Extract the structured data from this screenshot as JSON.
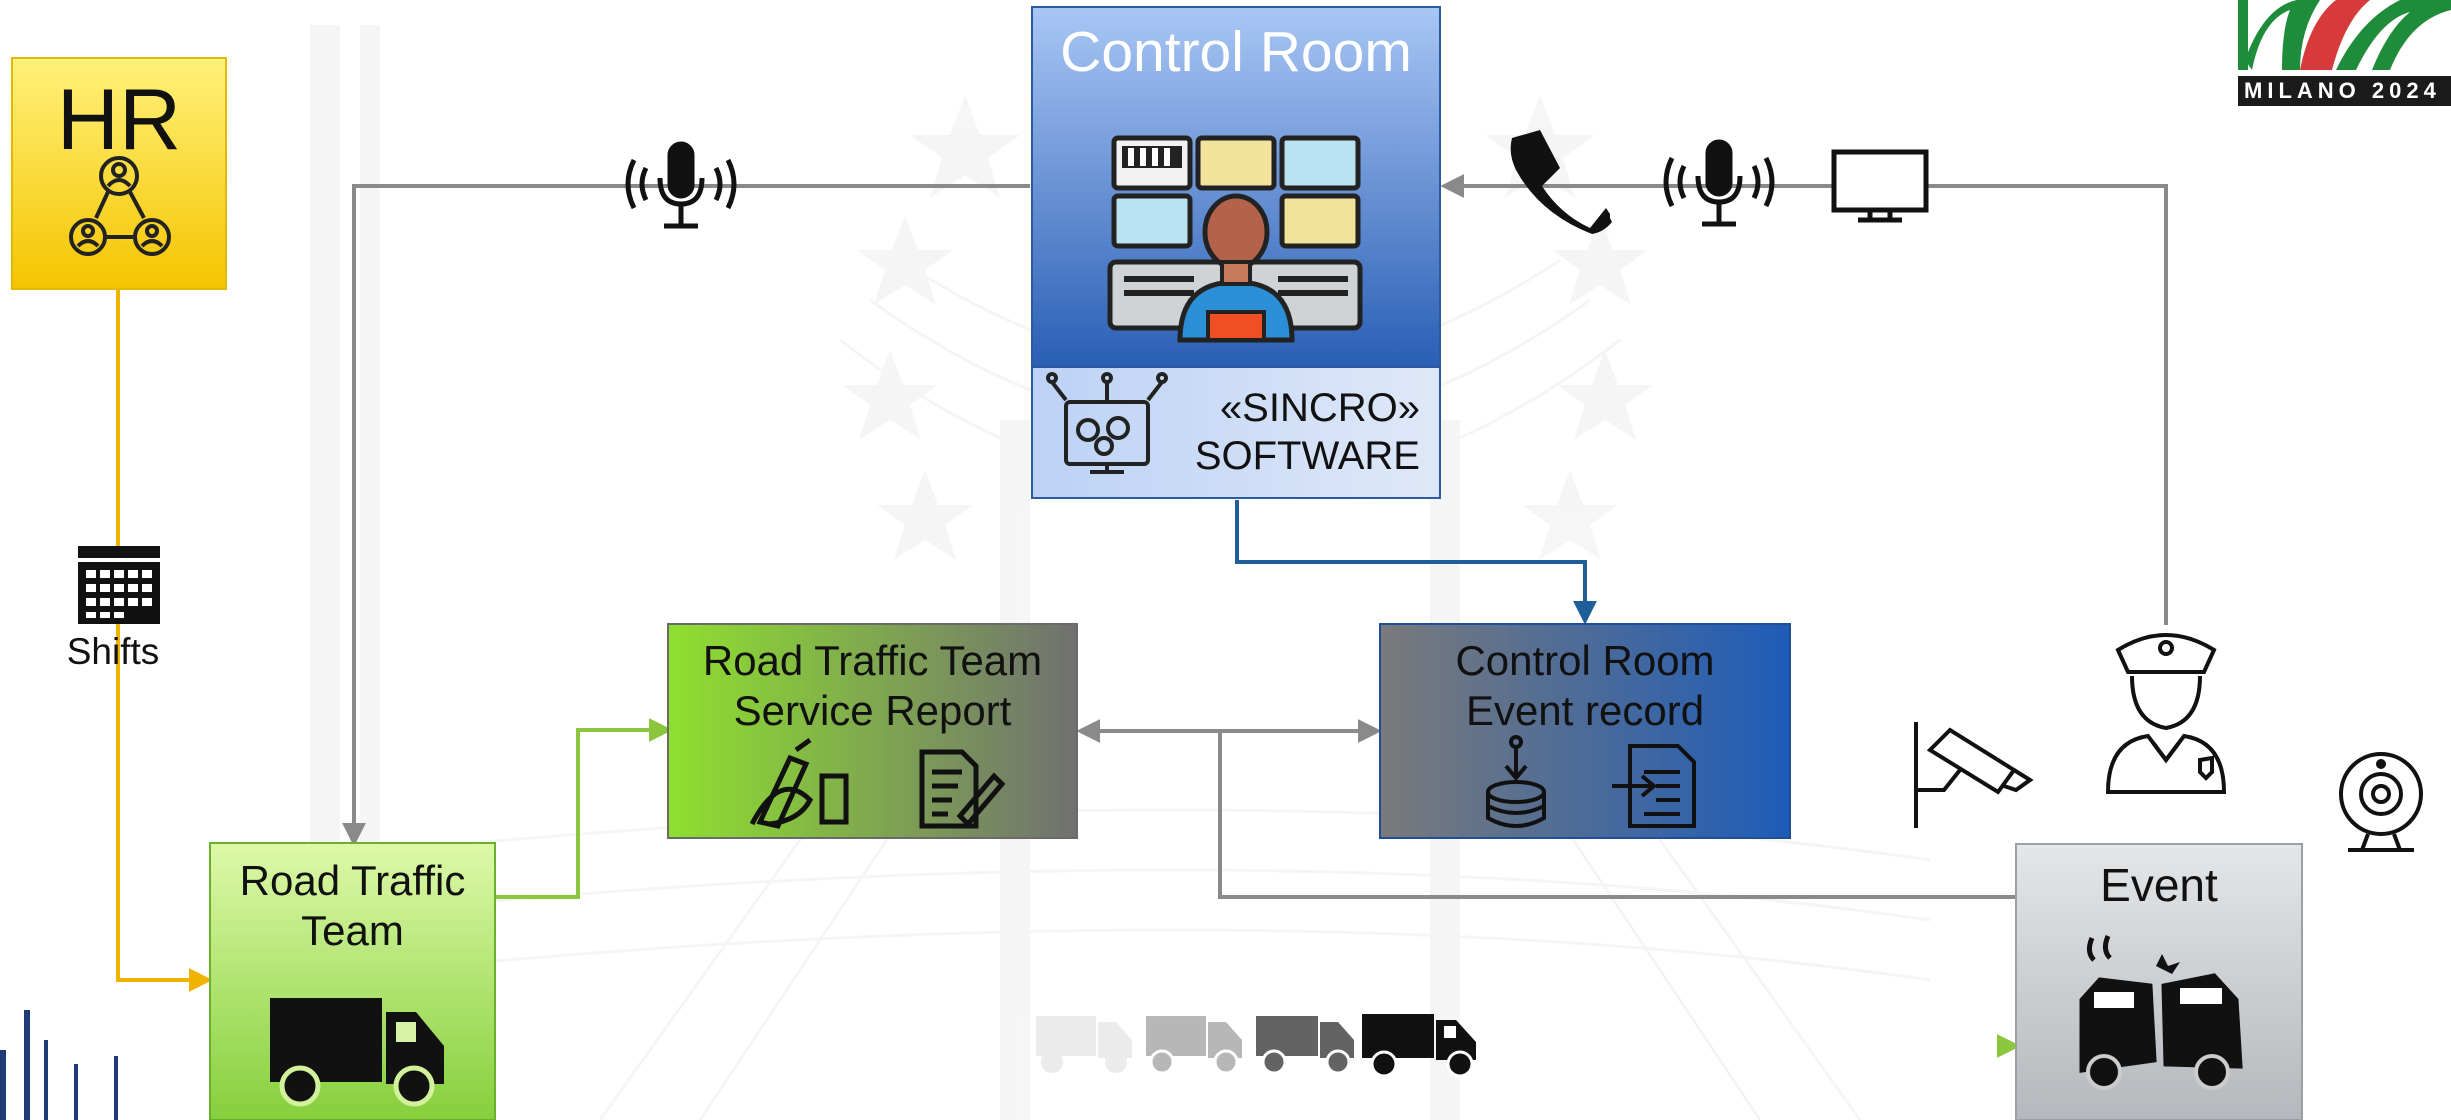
{
  "hr": {
    "label": "HR"
  },
  "shifts": {
    "label": "Shifts"
  },
  "control_room": {
    "title": "Control Room",
    "software_line1": "«SINCRO»",
    "software_line2": "SOFTWARE"
  },
  "service_report": {
    "line1": "Road Traffic Team",
    "line2": "Service Report"
  },
  "event_record": {
    "line1": "Control Room",
    "line2": "Event record"
  },
  "road_team": {
    "line1": "Road Traffic",
    "line2": "Team"
  },
  "event": {
    "label": "Event"
  },
  "logo": {
    "text": "MILANO 2024"
  },
  "colors": {
    "hr_yellow": "#f7d21e",
    "hr_line": "#f0b400",
    "green": "#7bc83a",
    "green_light": "#c9f28a",
    "control_blue": "#2e64b7",
    "connector_blue": "#1f5f99",
    "connector_gray": "#8a8a8a",
    "event_gray": "#c7cacd"
  }
}
